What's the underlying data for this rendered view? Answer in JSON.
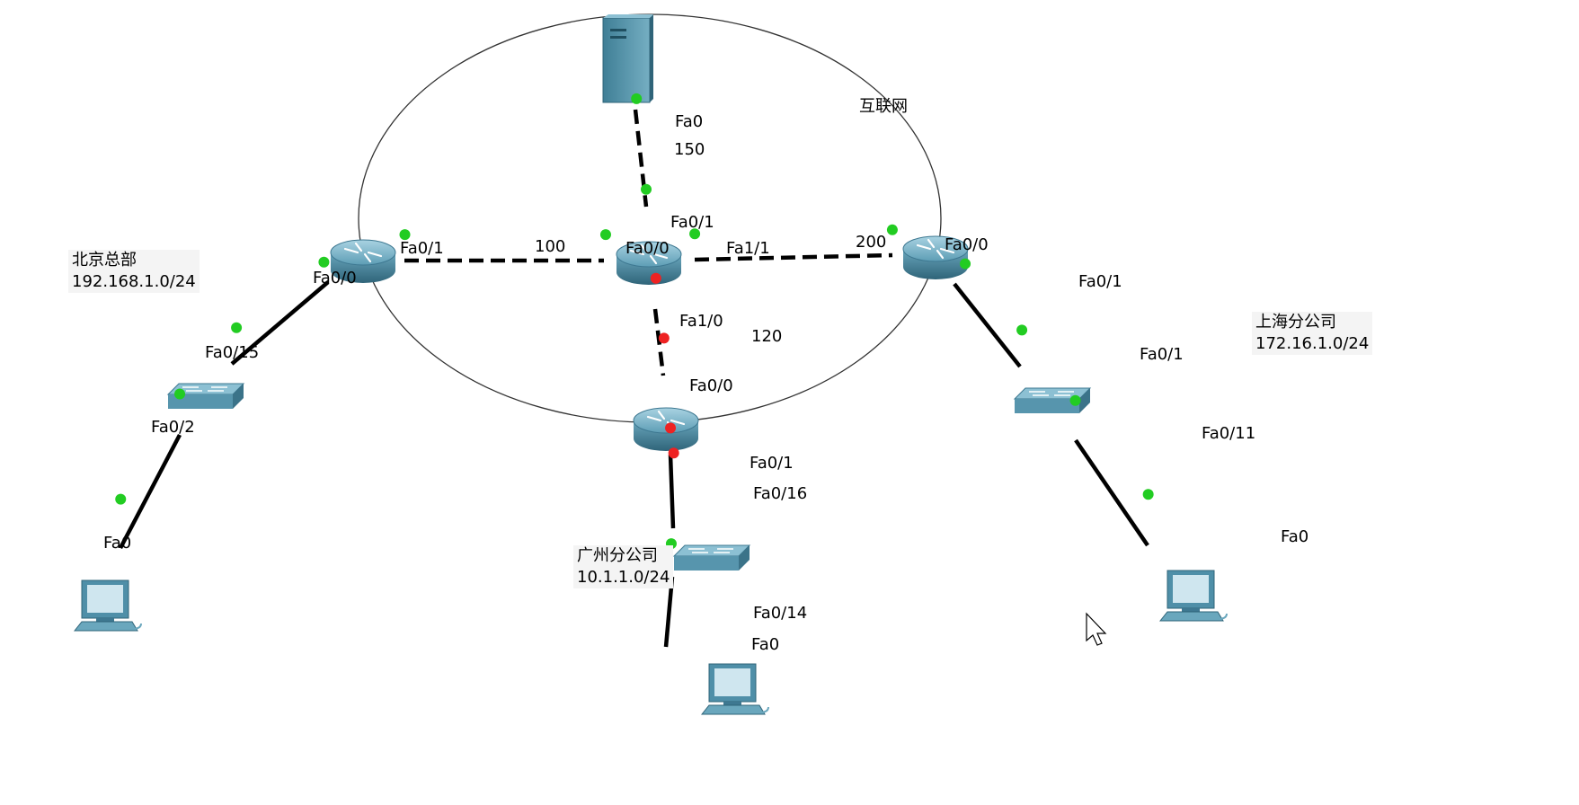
{
  "zones": {
    "internet": "互联网",
    "beijing": {
      "name": "北京总部",
      "subnet": "192.168.1.0/24"
    },
    "shanghai": {
      "name": "上海分公司",
      "subnet": "172.16.1.0/24"
    },
    "guangzhou": {
      "name": "广州分公司",
      "subnet": "10.1.1.0/24"
    }
  },
  "links": {
    "server_core": {
      "cost": "150",
      "port_server": "Fa0",
      "port_core": "Fa0/1",
      "status": "up"
    },
    "bj_core": {
      "cost": "100",
      "port_bj": "Fa0/1",
      "port_core": "Fa0/0",
      "status": "up"
    },
    "core_sh": {
      "cost": "200",
      "port_core": "Fa1/1",
      "port_sh": "Fa0/0",
      "status": "up"
    },
    "core_gz": {
      "cost": "120",
      "port_core": "Fa1/0",
      "port_gz": "Fa0/0",
      "status": "down"
    },
    "bj_switch": {
      "port_router": "Fa0/0",
      "port_switch": "Fa0/15",
      "status": "up"
    },
    "bj_switch_pc": {
      "port_switch": "Fa0/2",
      "port_pc": "Fa0",
      "status": "up"
    },
    "sh_switch": {
      "port_router": "Fa0/1",
      "port_switch": "Fa0/1",
      "status": "up"
    },
    "sh_switch_pc": {
      "port_switch": "Fa0/11",
      "port_pc": "Fa0",
      "status": "up"
    },
    "gz_switch": {
      "port_router": "Fa0/1",
      "port_switch": "Fa0/16",
      "status": "down"
    },
    "gz_switch_pc": {
      "port_switch": "Fa0/14",
      "port_pc": "Fa0",
      "status": "up"
    }
  },
  "colors": {
    "up": "#22cc22",
    "down": "#ee2222",
    "device": "#4f8fa8",
    "device_dark": "#2f6479"
  },
  "icons": {
    "server": "server-icon",
    "router": "router-icon",
    "switch": "switch-icon",
    "pc": "pc-icon",
    "cursor": "mouse-cursor-icon"
  }
}
